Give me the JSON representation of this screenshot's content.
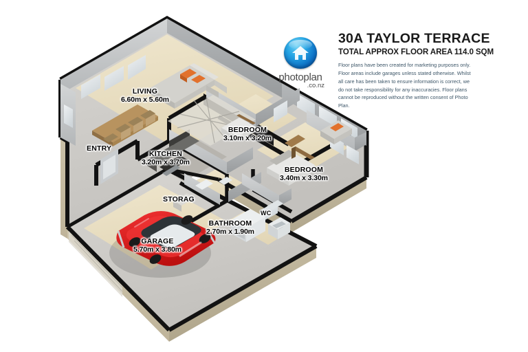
{
  "header": {
    "logo": {
      "icon": "house-badge-icon",
      "wordmark": "photoplan",
      "tld": ".co.nz"
    },
    "title": "30A TAYLOR TERRACE",
    "area_line": "TOTAL APPROX FLOOR AREA 114.0 SQM",
    "disclaimer": "Floor plans have been created for marketing purposes only. Floor areas include garages unless stated otherwise. Whilst all care has been taken to ensure information is correct, we do not take responsibility for any inaccuracies. Floor plans cannot be reproduced without the written consent of Photo Plan."
  },
  "floorplan": {
    "view": "3d-isometric-cutaway",
    "rooms": [
      {
        "key": "living",
        "name": "LIVING",
        "dims": "6.60m x 5.60m"
      },
      {
        "key": "entry",
        "name": "ENTRY",
        "dims": ""
      },
      {
        "key": "kitchen",
        "name": "KITCHEN",
        "dims": "3.20m x 3.70m"
      },
      {
        "key": "bedroom1",
        "name": "BEDROOM",
        "dims": "3.10m x 3.20m"
      },
      {
        "key": "bedroom2",
        "name": "BEDROOM",
        "dims": "3.40m x 3.30m"
      },
      {
        "key": "storage",
        "name": "STORAG",
        "dims": ""
      },
      {
        "key": "bathroom",
        "name": "BATHROOM",
        "dims": "2.70m x 1.90m"
      },
      {
        "key": "wc",
        "name": "WC",
        "dims": ""
      },
      {
        "key": "garage",
        "name": "GARAGE",
        "dims": "5.70m x 3.80m"
      }
    ],
    "colors": {
      "wall_outline": "#121212",
      "exterior_wall_face": "#c9bfa6",
      "interior_wall": "#b9bcbe",
      "floor_warm": "#e9dfc4",
      "floor_grey": "#cfcdc9",
      "car": "#e01b1b",
      "accent_cushion": "#e2712c",
      "timber": "#ad8a5c",
      "background": "#ffffff"
    }
  }
}
